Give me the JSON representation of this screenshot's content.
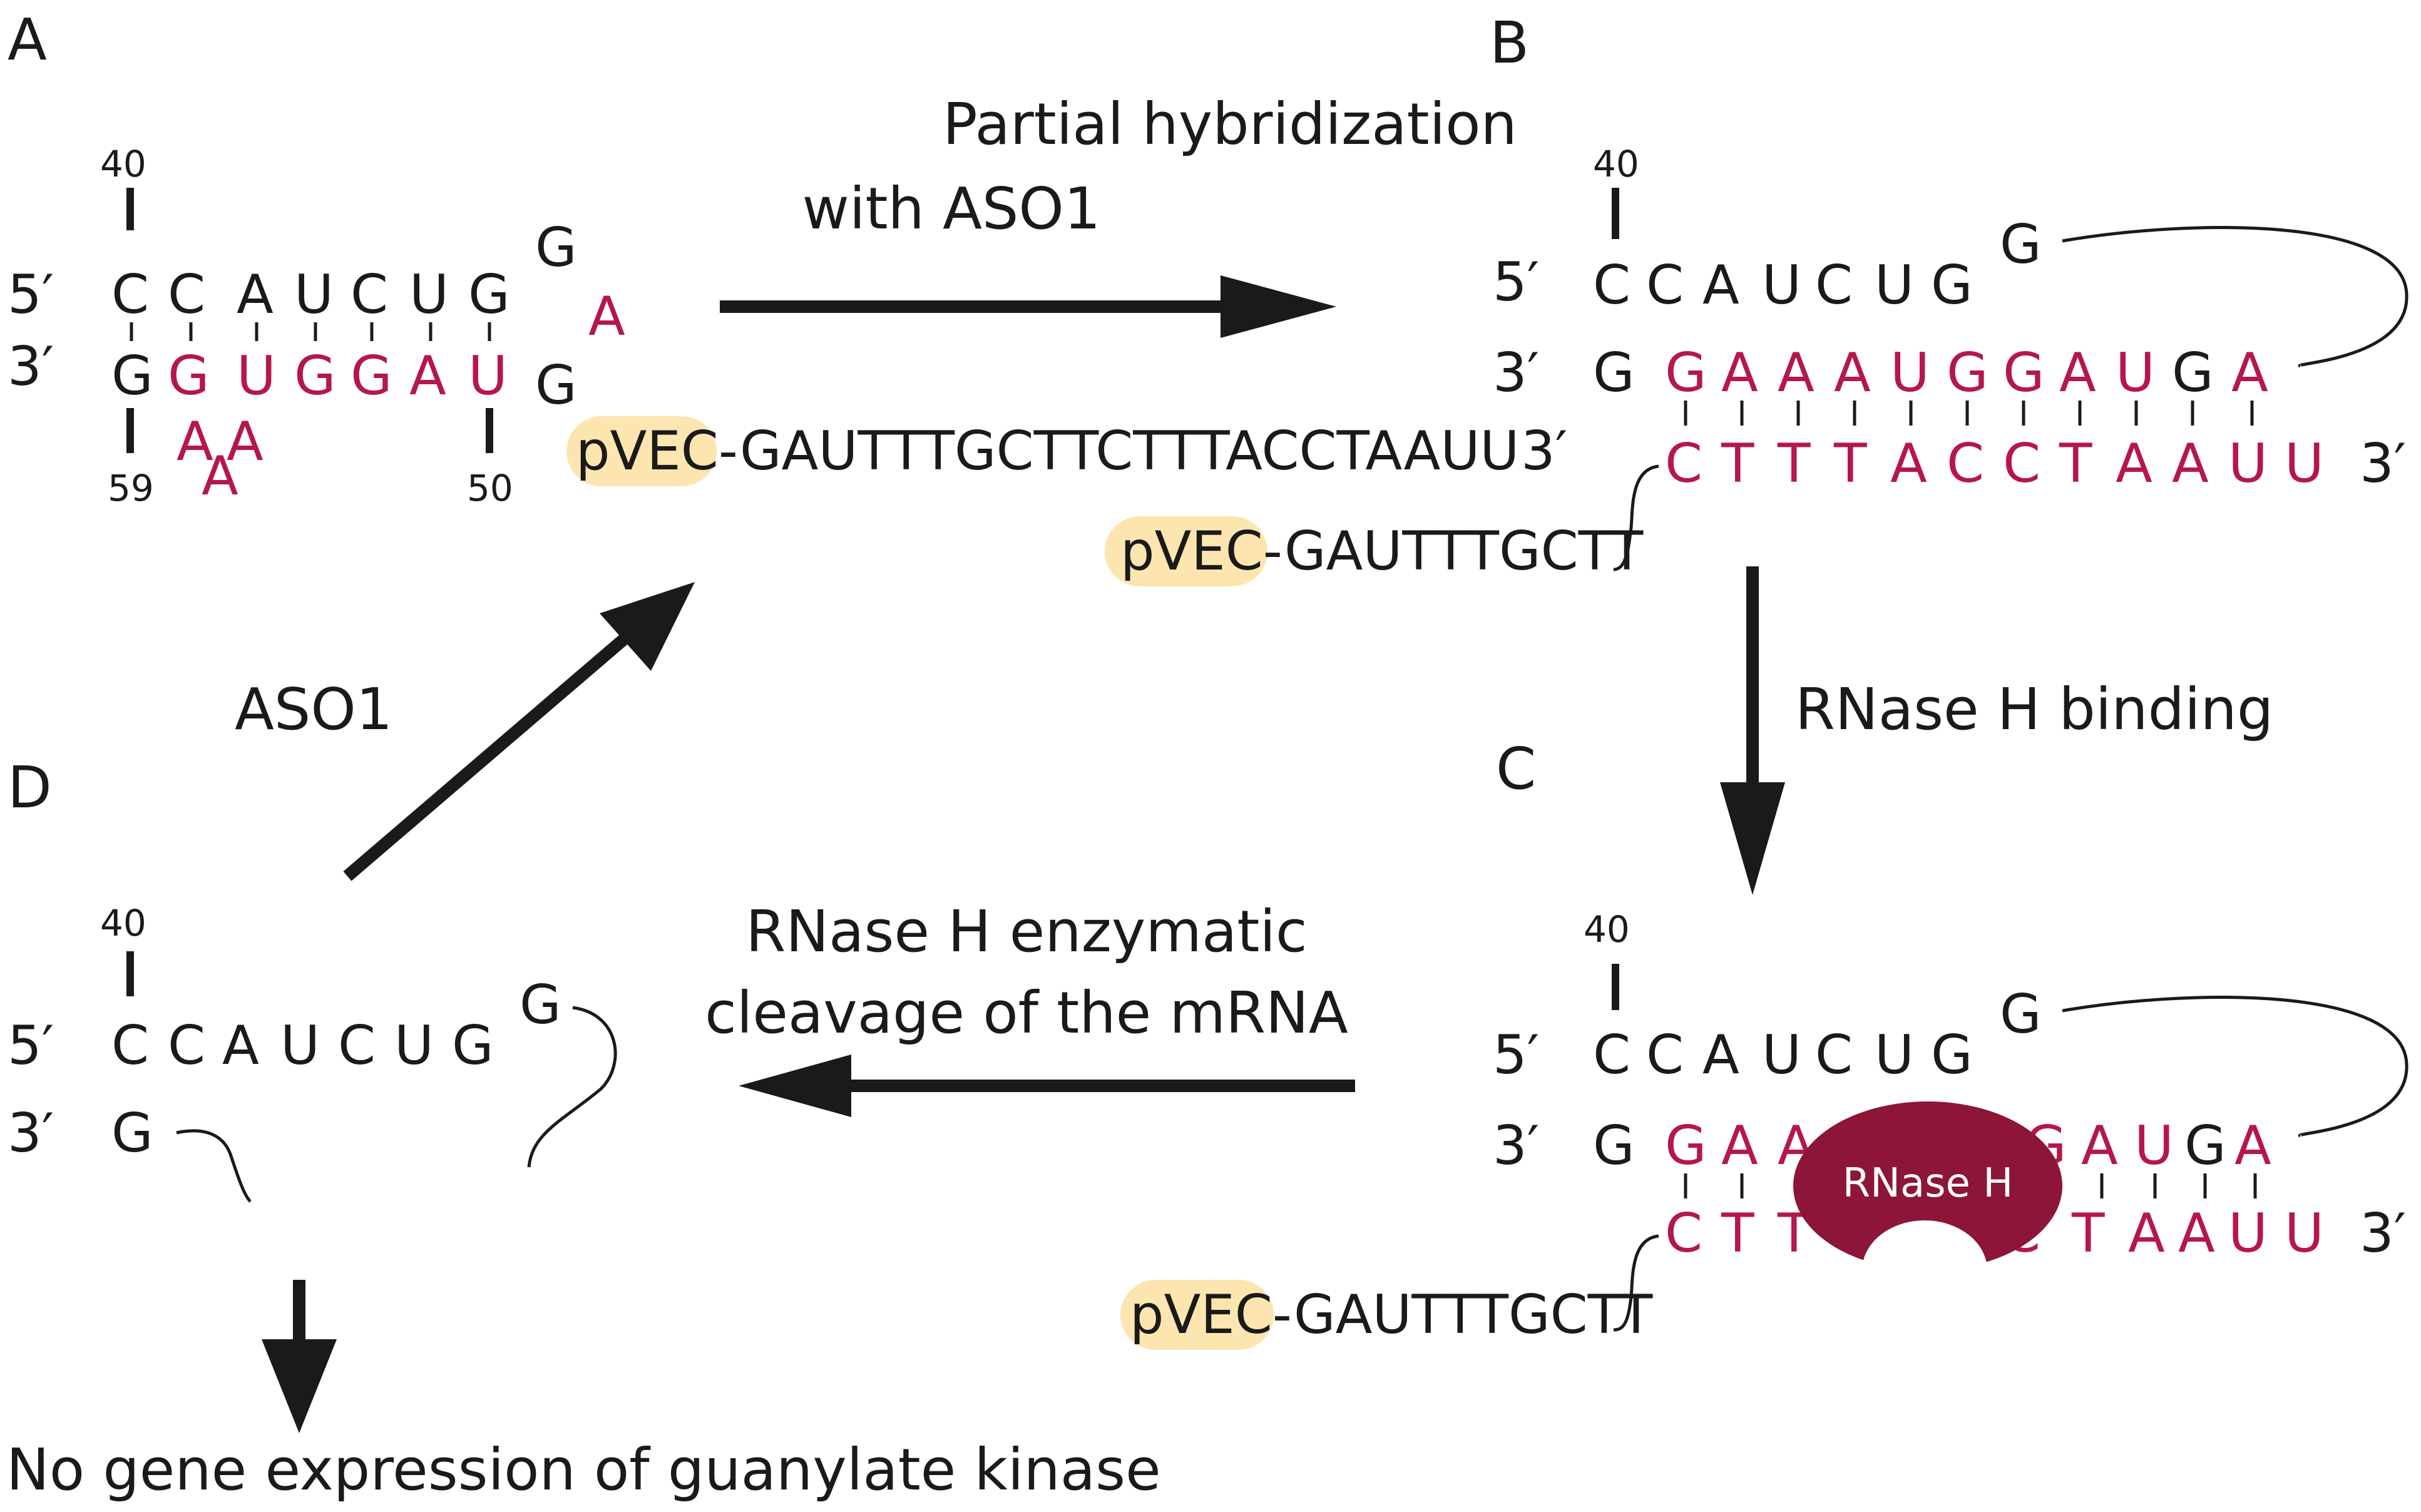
{
  "panels": {
    "a": "A",
    "b": "B",
    "c": "C",
    "d": "D"
  },
  "primes": {
    "five": "5′",
    "three": "3′"
  },
  "numbers": {
    "n40": "40",
    "n59": "59",
    "n50": "50"
  },
  "captions": {
    "partial_line1": "Partial hybridization",
    "partial_line2": "with ASO1",
    "rnase_binding": "RNase H binding",
    "cleavage_line1": "RNase H enzymatic",
    "cleavage_line2": "cleavage of the mRNA",
    "aso1": "ASO1",
    "outcome": "No gene expression of guanylate kinase"
  },
  "hairpin": {
    "top_strand": [
      "C",
      "C",
      "A",
      "U",
      "C",
      "U",
      "G"
    ],
    "bottom_first": "G",
    "bottom_red": [
      "G",
      "U",
      "G",
      "G",
      "A",
      "U"
    ],
    "loop_top": "G",
    "loop_red": "A",
    "loop_bottom": "G",
    "bulge": [
      "A",
      "A",
      "A"
    ]
  },
  "aso": {
    "tag": "pVEC",
    "dash": "-",
    "full_seq": "GAUTTTGCTTCTTTACCTAAUU",
    "short_seq": "GAUTTTGCTT"
  },
  "duplex": {
    "top_strand": [
      "C",
      "C",
      "A",
      "U",
      "C",
      "U",
      "G"
    ],
    "top_end": "G",
    "mrna_first": "G",
    "mrna_red": [
      "G",
      "A",
      "A",
      "A",
      "U",
      "G",
      "G",
      "A",
      "U"
    ],
    "mrna_g": "G",
    "mrna_last": "A",
    "aso_red": [
      "C",
      "T",
      "T",
      "T",
      "A",
      "C",
      "C",
      "T",
      "A",
      "A",
      "U",
      "U"
    ]
  },
  "rnase": {
    "label": "RNase H"
  },
  "colors": {
    "accent": "#b5174b",
    "enzyme": "#8c1538",
    "tag": "#fde5b0",
    "ink": "#1a1a1a"
  }
}
